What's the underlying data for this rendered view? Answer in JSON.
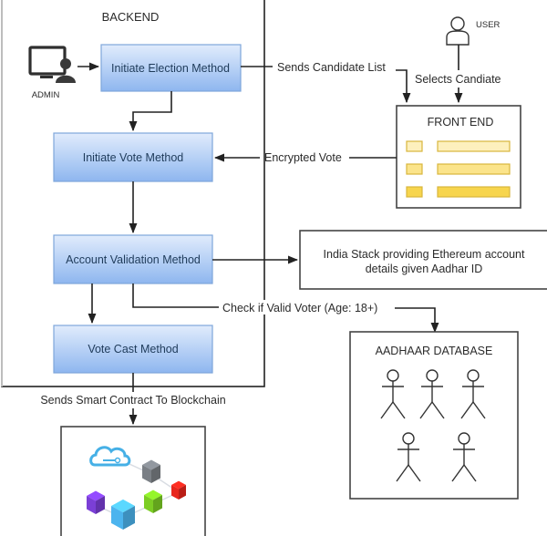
{
  "backend": {
    "title": "BACKEND",
    "admin_label": "ADMIN",
    "methods": [
      {
        "id": "initiate-election",
        "label": "Initiate Election Method"
      },
      {
        "id": "initiate-vote",
        "label": "Initiate Vote Method"
      },
      {
        "id": "account-validation",
        "label": "Account Validation Method"
      },
      {
        "id": "vote-cast",
        "label": "Vote Cast Method"
      }
    ]
  },
  "user": {
    "label": "USER"
  },
  "frontend": {
    "title": "FRONT END",
    "item_count": 3
  },
  "india_stack": {
    "line1": "India Stack providing Ethereum account",
    "line2": "details given Aadhar ID"
  },
  "aadhaar": {
    "title": "AADHAAR DATABASE",
    "person_count": 5
  },
  "edges": {
    "sends_candidate_list": "Sends Candidate List",
    "selects_candidate": "Selects Candiate",
    "encrypted_vote": "Encrypted Vote",
    "check_valid_voter": "Check if Valid Voter (Age: 18+)",
    "sends_smart_contract": "Sends Smart Contract To Blockchain"
  },
  "colors": {
    "method_fill_top": "#dce9fb",
    "method_fill_bottom": "#8fb8f0",
    "method_stroke": "#7aa3d8",
    "frontend_fill_light": "#fdf0b8",
    "frontend_fill_dark": "#f7d44a",
    "frontend_stroke": "#d9b73a",
    "cloud": "#4ab0e6",
    "cube_gray": "#7a7f85",
    "cube_red": "#e8261c",
    "cube_green": "#7ccd24",
    "cube_blue": "#4cb4ee",
    "cube_purple": "#7b3fd6"
  }
}
